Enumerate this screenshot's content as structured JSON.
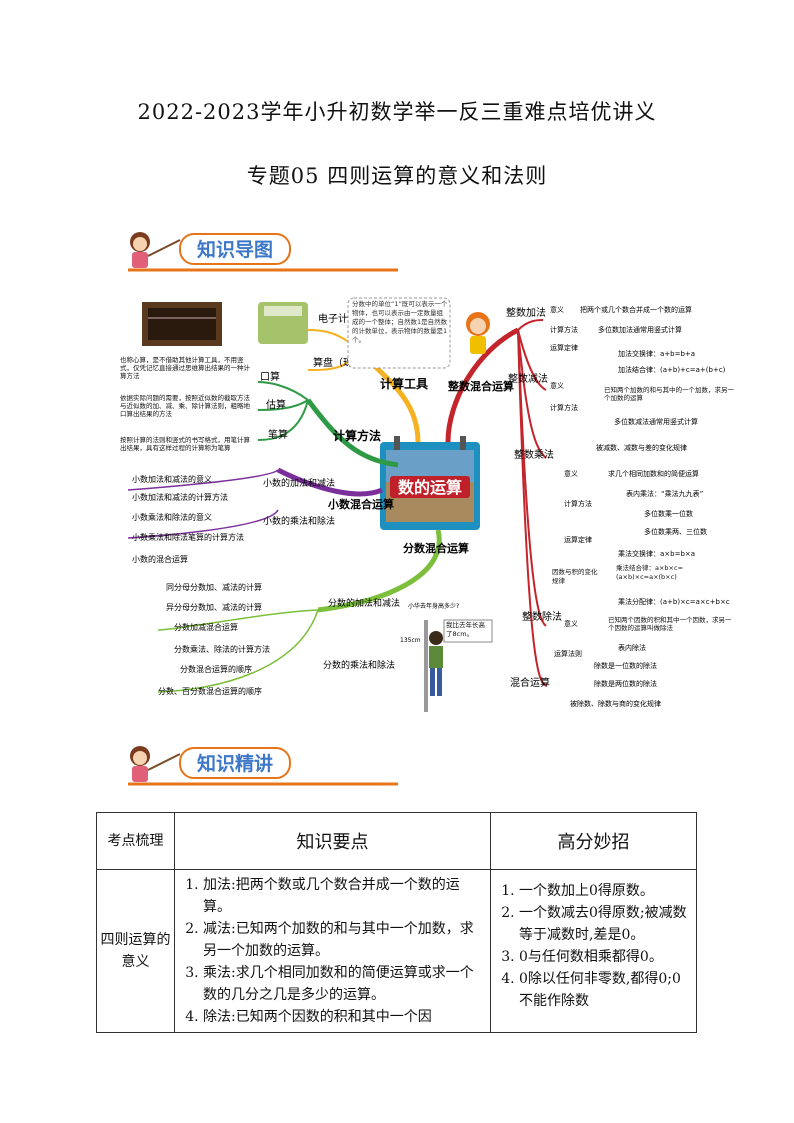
{
  "doc": {
    "title": "2022-2023学年小升初数学举一反三重难点培优讲义",
    "subtitle": "专题05 四则运算的意义和法则"
  },
  "section1": {
    "label": "知识导图"
  },
  "section2": {
    "label": "知识精讲"
  },
  "mindmap": {
    "center": "数的运算",
    "branches": {
      "tools": "计算工具",
      "methods": "计算方法",
      "decimal": "小数混合运算",
      "fraction": "分数混合运算",
      "integer": "整数混合运算"
    },
    "tools": {
      "calculator": "电子计算器",
      "abacus": "算盘（珠算）"
    },
    "note": "分数中的单位“1”既可以表示一个物体，也可以表示由一定数量组成的一个整体；自然数1是自然数的计数单位，表示物体的数量是1个。",
    "methods": [
      {
        "name": "口算",
        "desc": "也称心算，是不借助其他计算工具，不用竖式，仅凭记忆直接通过思维算出结果的一种计算方法"
      },
      {
        "name": "估算",
        "desc": "依据实际问题的需要，按照近似数的截取方法与近似数的加、减、乘、除计算法则，粗略地口算出结果的方法"
      },
      {
        "name": "笔算",
        "desc": "按照计算的法则和竖式的书写格式，用笔计算出结果，具有这样过程的计算称为笔算"
      }
    ],
    "decimal": {
      "addsub": "小数的加法和减法",
      "addsub_items": [
        "小数加法和减法的意义",
        "小数加法和减法的计算方法"
      ],
      "muldiv": "小数的乘法和除法",
      "muldiv_items": [
        "小数乘法和除法的意义",
        "小数乘法和除法笔算的计算方法"
      ],
      "mixed": "小数的混合运算"
    },
    "fraction": {
      "addsub": "分数的加法和减法",
      "addsub_items": [
        "同分母分数加、减法的计算",
        "异分母分数加、减法的计算",
        "分数加减混合运算"
      ],
      "muldiv": "分数的乘法和除法",
      "muldiv_items": [
        "分数乘法、除法的计算方法",
        "分数混合运算的顺序",
        "分数、百分数混合运算的顺序"
      ],
      "question": "小华去年身高多少?",
      "answer": "我比去年长高了8cm。",
      "height": "135cm"
    },
    "integer": {
      "add": "整数加法",
      "add_items": {
        "meaning": "意义",
        "meaning_desc": "把两个或几个数合并成一个数的运算",
        "method": "计算方法",
        "method_desc": "多位数加法通常用竖式计算",
        "law": "运算定律",
        "law1": "加法交换律：a+b=b+a",
        "law2": "加法结合律：(a+b)+c=a+(b+c)"
      },
      "sub": "整数减法",
      "sub_items": {
        "meaning": "意义",
        "meaning_desc": "已知两个加数的和与其中的一个加数，求另一个加数的运算",
        "method": "计算方法",
        "method_desc": "多位数减法通常用竖式计算",
        "change": "被减数、减数与差的变化规律"
      },
      "mul": "整数乘法",
      "mul_items": {
        "meaning": "意义",
        "meaning_desc": "求几个相同加数和的简便运算",
        "method": "计算方法",
        "m1": "表内乘法：“乘法九九表”",
        "m2": "多位数乘一位数",
        "m3": "多位数乘两、三位数",
        "law": "运算定律",
        "law1": "乘法交换律：a×b=b×a",
        "law2": "乘法结合律：a×b×c=(a×b)×c=a×(b×c)",
        "law3": "乘法分配律：(a+b)×c=a×c+b×c",
        "change": "因数与积的变化规律"
      },
      "div": "整数除法",
      "div_items": {
        "meaning": "意义",
        "meaning_desc": "已知两个因数的积和其中一个因数，求另一个因数的运算叫做除法",
        "rule": "运算法则",
        "r1": "表内除法",
        "r2": "除数是一位数的除法",
        "r3": "除数是两位数的除法",
        "change": "被除数、除数与商的变化规律"
      },
      "mixed": "混合运算"
    }
  },
  "table": {
    "headers": [
      "考点梳理",
      "知识要点",
      "高分妙招"
    ],
    "row_label": "四则运算的意义",
    "points": [
      "加法:把两个数或几个数合并成一个数的运算。",
      "减法:已知两个加数的和与其中一个加数，求另一个加数的运算。",
      "乘法:求几个相同加数和的简便运算或求一个数的几分之几是多少的运算。",
      "除法:已知两个因数的积和其中一个因"
    ],
    "tips": [
      "一个数加上0得原数。",
      "一个数减去0得原数;被减数等于减数时,差是0。",
      "0与任何数相乘都得0。",
      "0除以任何非零数,都得0;0不能作除数"
    ]
  }
}
